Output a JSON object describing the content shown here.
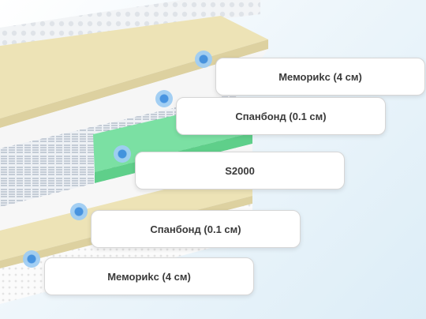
{
  "layers": [
    {
      "label": "Мемориkс (4 см)",
      "marker": "info-dot-icon"
    },
    {
      "label": "Спанбонд (0.1 см)",
      "marker": "info-dot-icon"
    },
    {
      "label": "S2000",
      "marker": "info-dot-icon"
    },
    {
      "label": "Спанбонд (0.1 см)",
      "marker": "info-dot-icon"
    },
    {
      "label": "Мемориkс (4 см)",
      "marker": "info-dot-icon"
    }
  ],
  "colors": {
    "memory_foam": "#ede3b6",
    "spunbond": "#f4f4f4",
    "springs_frame": "#7be0a3",
    "marker": "#3f8fe0"
  }
}
